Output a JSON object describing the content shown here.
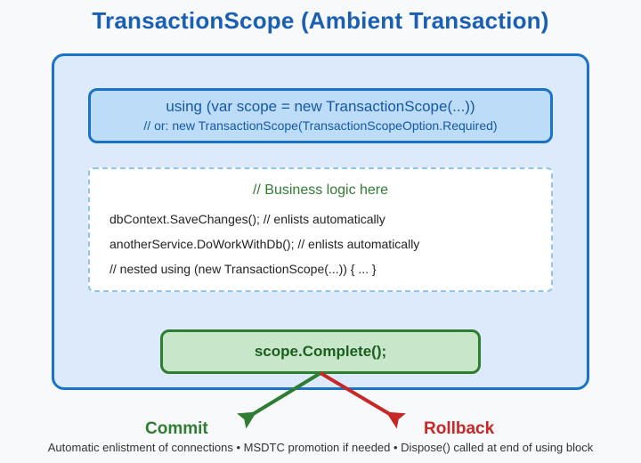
{
  "title": "TransactionScope (Ambient Transaction)",
  "colors": {
    "page_background": "#f8f9fa",
    "title_blue": "#1a5fb4",
    "scope_border": "#1a73c8",
    "scope_fill": "#ddeafb",
    "using_fill": "#bcdcf8",
    "using_text": "#1558ab",
    "logic_border": "#8fc4ee",
    "logic_fill": "#ffffff",
    "comment_green": "#2e7d32",
    "complete_fill": "#c8e6c9",
    "complete_border": "#2e7d32",
    "complete_text": "#1b5e20",
    "commit_green": "#2e7d32",
    "rollback_red": "#c62828"
  },
  "using_box": {
    "line1": "using (var scope = new TransactionScope(...))",
    "line2": "// or: new TransactionScope(TransactionScopeOption.Required)"
  },
  "logic_box": {
    "heading": "// Business logic here",
    "lines": [
      "dbContext.SaveChanges(); // enlists automatically",
      "anotherService.DoWorkWithDb(); // enlists automatically",
      "// nested using (new TransactionScope(...)) { ... }"
    ]
  },
  "complete_box": {
    "label": "scope.Complete();"
  },
  "branches": [
    {
      "label": "Commit",
      "color": "#2e7d32"
    },
    {
      "label": "Rollback",
      "color": "#c62828"
    }
  ],
  "footer": {
    "note": "Automatic enlistment of connections • MSDTC promotion if needed • Dispose() called at end of using block"
  }
}
